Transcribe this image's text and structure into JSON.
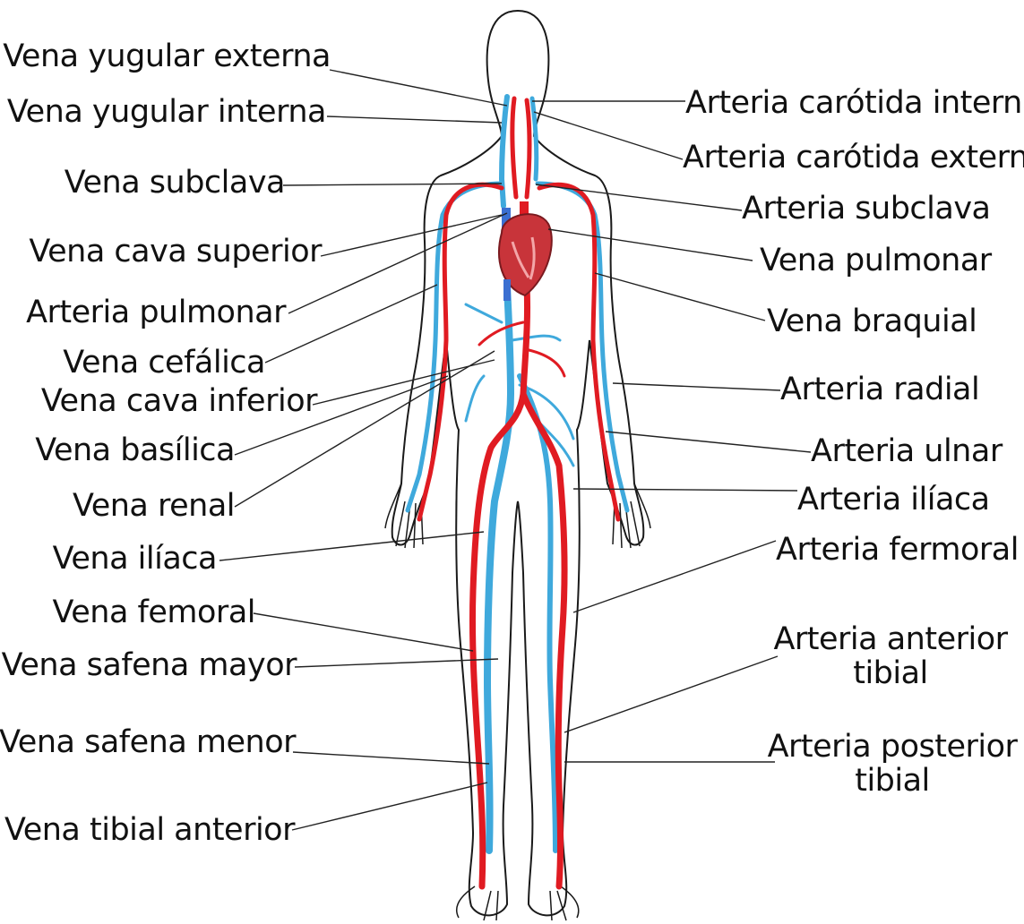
{
  "colors": {
    "artery": "#e01b22",
    "vein": "#3fa9dc",
    "outline": "#1a1a1a",
    "leader": "#222222",
    "heart": "#c8343a"
  },
  "left_labels": {
    "vena_yugular_externa": "Vena yugular externa",
    "vena_yugular_interna": "Vena yugular interna",
    "vena_subclava": "Vena subclava",
    "vena_cava_superior": "Vena cava superior",
    "arteria_pulmonar": "Arteria pulmonar",
    "vena_cefalica": "Vena cefálica",
    "vena_cava_inferior": "Vena cava inferior",
    "vena_basilica": "Vena basílica",
    "vena_renal": "Vena renal",
    "vena_iliaca": "Vena ilíaca",
    "vena_femoral": "Vena femoral",
    "vena_safena_mayor": "Vena safena mayor",
    "vena_safena_menor": "Vena safena menor",
    "vena_tibial_anterior": "Vena tibial anterior"
  },
  "right_labels": {
    "arteria_carotida_interna": "Arteria carótida interna",
    "arteria_carotida_externa": "Arteria carótida externa",
    "arteria_subclava": "Arteria subclava",
    "vena_pulmonar": "Vena pulmonar",
    "vena_braquial": "Vena braquial",
    "arteria_radial": "Arteria radial",
    "arteria_ulnar": "Arteria ulnar",
    "arteria_iliaca": "Arteria ilíaca",
    "arteria_fermoral": "Arteria fermoral",
    "arteria_anterior_tibial_1": "Arteria anterior",
    "arteria_anterior_tibial_2": "tibial",
    "arteria_posterior_tibial_1": "Arteria posterior",
    "arteria_posterior_tibial_2": "tibial"
  }
}
